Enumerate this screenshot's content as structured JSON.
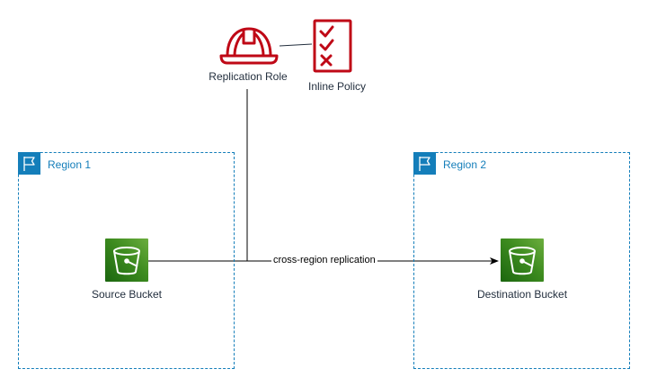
{
  "diagram": {
    "role": {
      "label": "Replication Role",
      "icon": "hard-hat-icon"
    },
    "policy": {
      "label": "Inline Policy",
      "icon": "checklist-icon"
    },
    "regions": [
      {
        "label": "Region 1",
        "icon": "region-flag-icon"
      },
      {
        "label": "Region 2",
        "icon": "region-flag-icon"
      }
    ],
    "source_bucket": {
      "label": "Source Bucket",
      "icon": "s3-bucket-icon"
    },
    "destination_bucket": {
      "label": "Destination Bucket",
      "icon": "s3-bucket-icon"
    },
    "edge": {
      "label": "cross-region replication"
    }
  },
  "colors": {
    "region_border": "#147eba",
    "iam_red": "#bf0816",
    "s3_green": "#3d8b1f",
    "text": "#232f3e",
    "connector": "#000000"
  }
}
